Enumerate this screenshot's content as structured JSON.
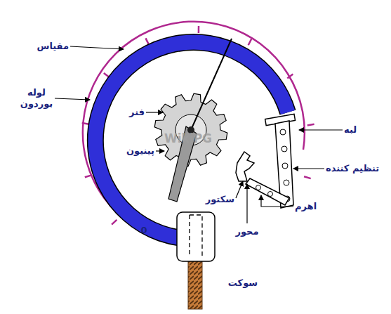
{
  "diagram": {
    "labels": [
      "مقیاس",
      "لوله بوردون",
      "فنر",
      "پینیون",
      "سکتور",
      "محور",
      "اهرم",
      "تنظیم کننده",
      "لبه",
      "سوکت",
      "0",
      "WikiPG"
    ]
  }
}
